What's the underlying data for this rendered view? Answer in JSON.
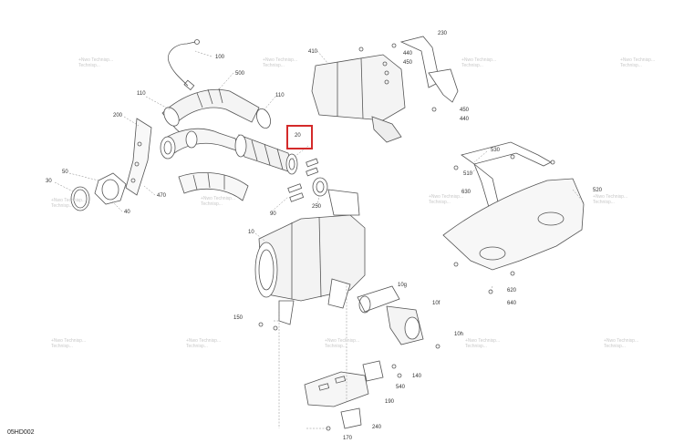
{
  "diagram": {
    "code": "05HD002",
    "highlight_color": "#d42a2a",
    "highlighted_callout": "20",
    "watermark_line1": "+Nwo Technisp...",
    "watermark_line2": "Technisp..."
  },
  "callouts": {
    "c100": "100",
    "c500": "500",
    "c110a": "110",
    "c110b": "110",
    "c200": "200",
    "c20": "20",
    "c50": "50",
    "c30": "30",
    "c470": "470",
    "c40": "40",
    "c90": "90",
    "c250": "250",
    "c10": "10",
    "c410": "410",
    "c230": "230",
    "c440a": "440",
    "c450a": "450",
    "c450b": "450",
    "c440b": "440",
    "c530": "530",
    "c510": "510",
    "c630": "630",
    "c520": "520",
    "c620": "620",
    "c640": "640",
    "c10g": "10g",
    "c10f": "10f",
    "c150": "150",
    "c10h": "10h",
    "c540": "540",
    "c140": "140",
    "c190": "190",
    "c240": "240",
    "c170": "170"
  }
}
